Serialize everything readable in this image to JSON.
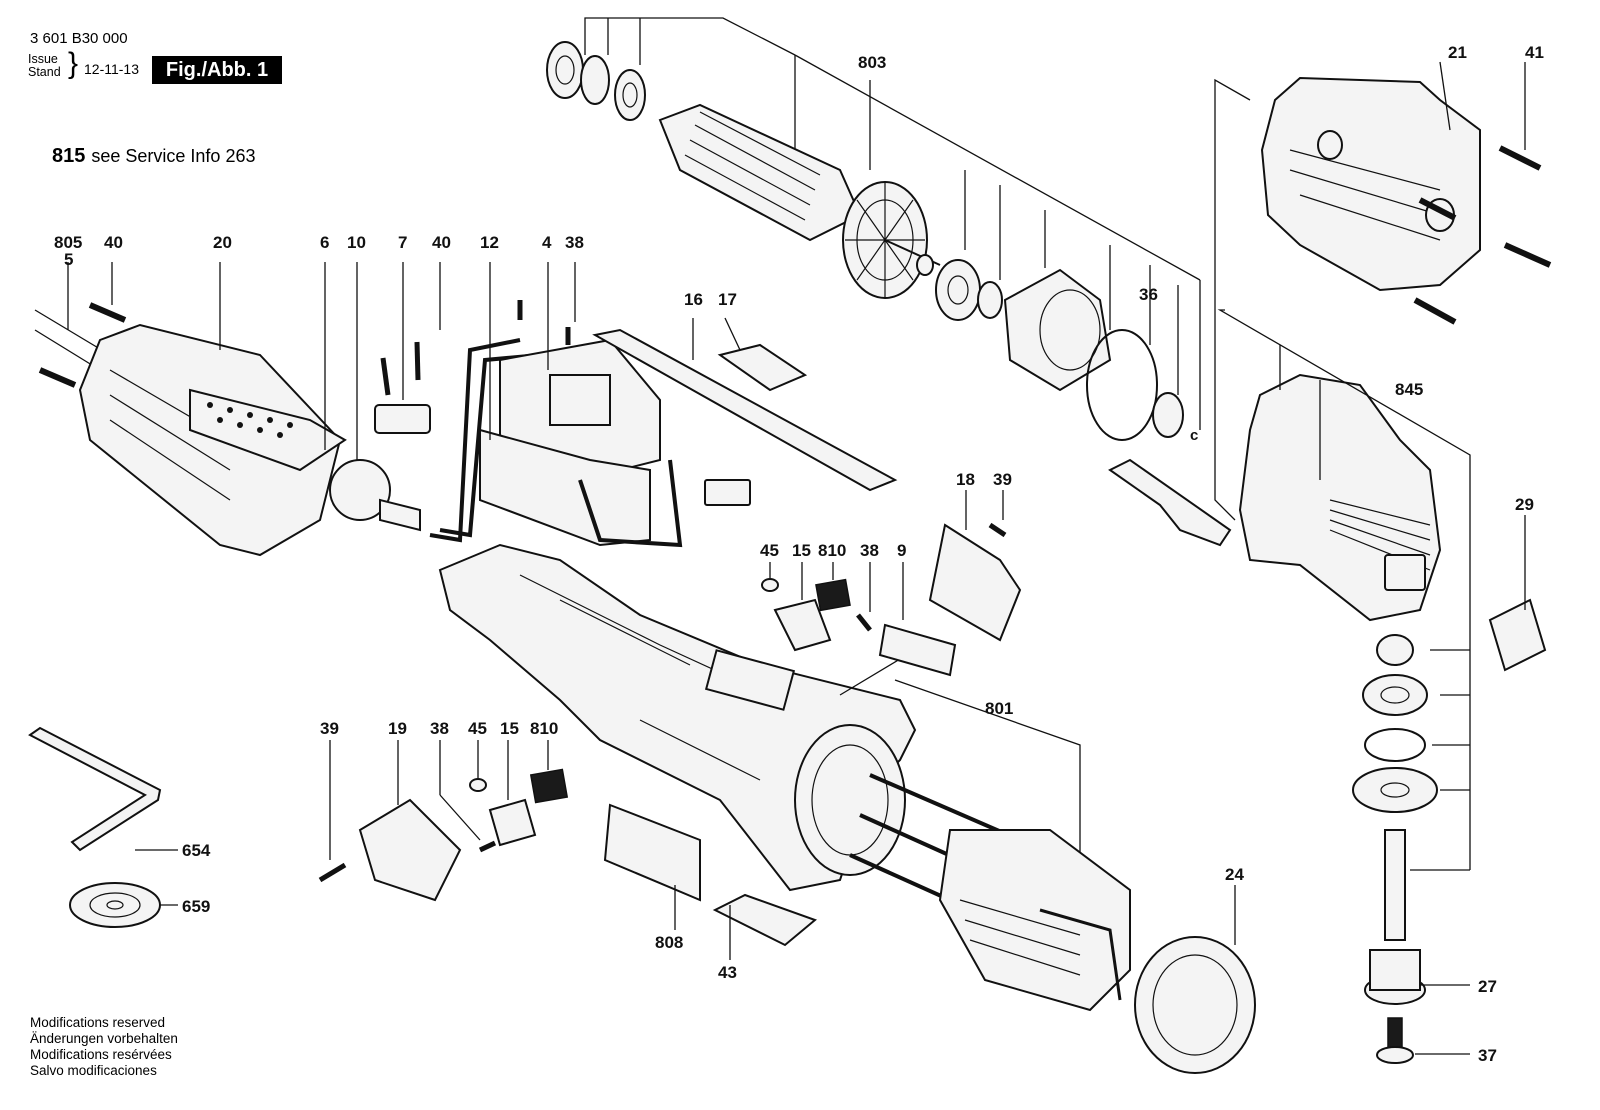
{
  "header": {
    "doc_number": "3 601 B30 000",
    "issue_label_1": "Issue",
    "issue_label_2": "Stand",
    "issue_date": "12-11-13",
    "fig_label": "Fig./Abb. 1"
  },
  "service_note": {
    "part": "815",
    "text": "see Service Info 263"
  },
  "callouts": {
    "p803": "803",
    "p21": "21",
    "p41": "41",
    "p805": "805",
    "p5": "5",
    "p40a": "40",
    "p20": "20",
    "p6": "6",
    "p10": "10",
    "p7": "7",
    "p40b": "40",
    "p12": "12",
    "p4": "4",
    "p38a": "38",
    "p16": "16",
    "p17": "17",
    "p36": "36",
    "p845": "845",
    "p18": "18",
    "p39a": "39",
    "p29": "29",
    "p45a": "45",
    "p15a": "15",
    "p810a": "810",
    "p38b": "38",
    "p9": "9",
    "p801": "801",
    "p39b": "39",
    "p19": "19",
    "p38c": "38",
    "p45b": "45",
    "p15b": "15",
    "p810b": "810",
    "p654": "654",
    "p659": "659",
    "p808": "808",
    "p43": "43",
    "p24": "24",
    "p27": "27",
    "p37": "37"
  },
  "footer": {
    "line1": "Modifications reserved",
    "line2": "Änderungen vorbehalten",
    "line3": "Modifications resérvées",
    "line4": "Salvo modificaciones"
  }
}
